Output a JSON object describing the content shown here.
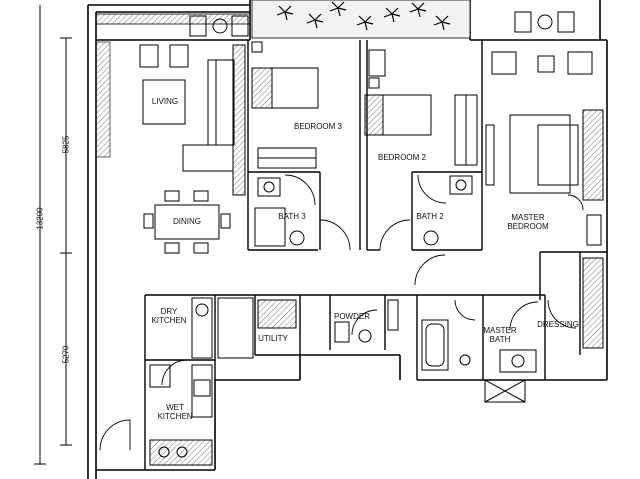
{
  "dimensions": {
    "total": "13200",
    "upper": "5825",
    "lower": "5270"
  },
  "rooms": {
    "living": "LIVING",
    "dining": "DINING",
    "bedroom3": "BEDROOM 3",
    "bedroom2": "BEDROOM 2",
    "bath3": "BATH 3",
    "bath2": "BATH 2",
    "master_bedroom": "MASTER\nBEDROOM",
    "dry_kitchen": "DRY\nKITCHEN",
    "wet_kitchen": "WET\nKITCHEN",
    "utility": "UTILITY",
    "powder": "POWDER",
    "master_bath": "MASTER\nBATH",
    "dressing": "DRESSING"
  }
}
